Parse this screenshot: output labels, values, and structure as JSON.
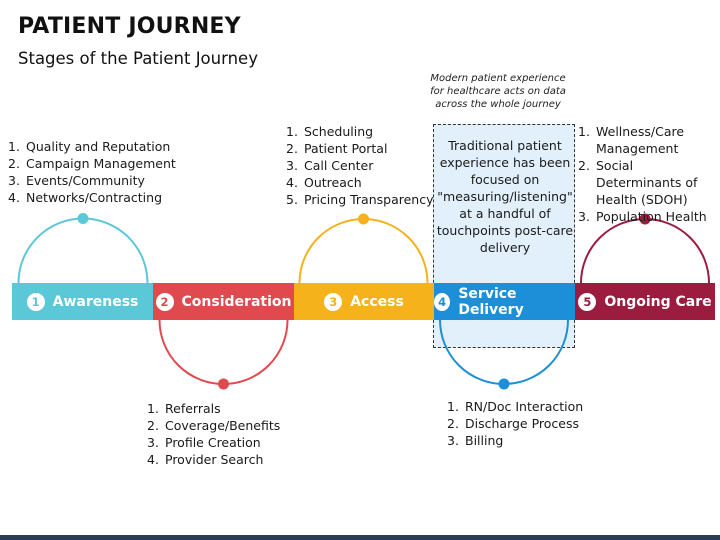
{
  "header": {
    "title": "PATIENT JOURNEY",
    "subtitle": "Stages of the Patient Journey"
  },
  "stages": [
    {
      "num": "1",
      "label": "Awareness",
      "color": "#5bc8d8",
      "loop": "up",
      "items": [
        "Quality and Reputation",
        "Campaign Management",
        "Events/Community",
        "Networks/Contracting"
      ]
    },
    {
      "num": "2",
      "label": "Consideration",
      "color": "#e04a4f",
      "loop": "down",
      "items": [
        "Referrals",
        "Coverage/Benefits",
        "Profile Creation",
        "Provider Search"
      ]
    },
    {
      "num": "3",
      "label": "Access",
      "color": "#f5b21b",
      "loop": "up",
      "items": [
        "Scheduling",
        "Patient Portal",
        "Call Center",
        "Outreach",
        "Pricing Transparency"
      ]
    },
    {
      "num": "4",
      "label": "Service Delivery",
      "color": "#1d8fd8",
      "loop": "down",
      "items": [
        "RN/Doc Interaction",
        "Discharge Process",
        "Billing"
      ]
    },
    {
      "num": "5",
      "label": "Ongoing Care",
      "color": "#9b1c3f",
      "loop": "up",
      "items": [
        "Wellness/Care Management",
        "Social Determinants of Health (SDOH)",
        "Population Health"
      ]
    }
  ],
  "callout": {
    "note": "Modern patient experience for healthcare acts on data across the whole journey",
    "box_text": "Traditional patient experience has been focused on \"measuring/listening\" at a handful of touchpoints post-care delivery"
  },
  "colors": {
    "footer": "#2b3e55",
    "focus_box": "#e2f0fb"
  }
}
